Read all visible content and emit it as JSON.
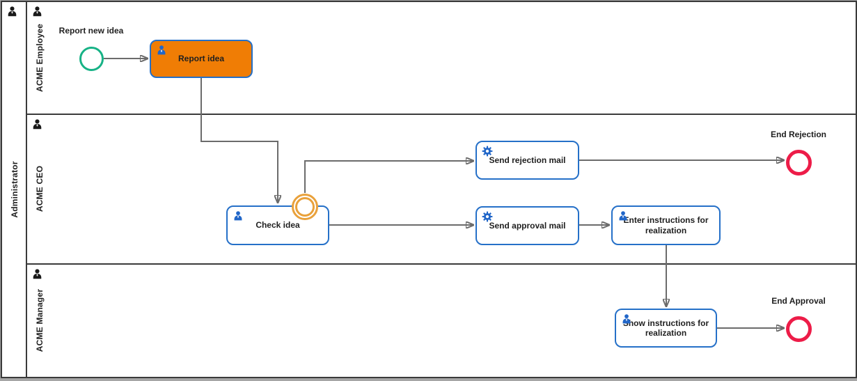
{
  "pool": {
    "name": "Administrator"
  },
  "lanes": [
    {
      "name": "ACME Employee"
    },
    {
      "name": "ACME CEO"
    },
    {
      "name": "ACME Manager"
    }
  ],
  "events": {
    "start": {
      "label": "Report new idea",
      "type": "start"
    },
    "end_rejection": {
      "label": "End Rejection",
      "type": "end"
    },
    "end_approval": {
      "label": "End Approval",
      "type": "end"
    }
  },
  "tasks": {
    "report_idea": {
      "label": "Report idea",
      "type": "user",
      "highlighted": true
    },
    "check_idea": {
      "label": "Check idea",
      "type": "user",
      "highlighted": false
    },
    "send_rejection": {
      "label": "Send rejection mail",
      "type": "service",
      "highlighted": false
    },
    "send_approval": {
      "label": "Send approval mail",
      "type": "service",
      "highlighted": false
    },
    "enter_instructions": {
      "label": "Enter instructions for realization",
      "type": "user",
      "highlighted": false
    },
    "show_instructions": {
      "label": "Show instructions for realization",
      "type": "user",
      "highlighted": false
    }
  },
  "colors": {
    "task_border": "#2570C8",
    "highlight_task_fill": "#F07D05",
    "start_event": "#17B286",
    "end_event": "#ED1C48",
    "boundary_event": "#E9A13B",
    "icon_blue": "#2166C8",
    "flow_line": "#6B6B6B",
    "frame": "#3A3A3A"
  }
}
